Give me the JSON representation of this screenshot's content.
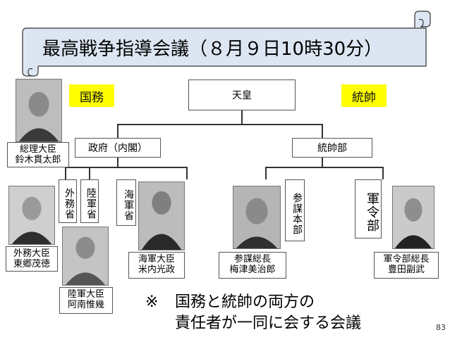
{
  "title": "最高戦争指導会議（８月９日10時30分）",
  "colors": {
    "banner_fill": "#dce6f2",
    "tag_fill": "#ffff00",
    "line": "#333333"
  },
  "tags": {
    "left": "国務",
    "right": "統帥"
  },
  "nodes": {
    "emperor": "天皇",
    "government": "政府（内閣）",
    "supreme_command": "統帥部",
    "foreign_ministry": "外務省",
    "army_ministry": "陸軍省",
    "navy_ministry": "海軍省",
    "army_general_staff": "参謀本部",
    "navy_general_staff": "軍令部"
  },
  "people": {
    "prime_minister": {
      "role": "総理大臣",
      "name": "鈴木貫太郎"
    },
    "foreign_minister": {
      "role": "外務大臣",
      "name": "東郷茂徳"
    },
    "army_minister": {
      "role": "陸軍大臣",
      "name": "阿南惟幾"
    },
    "navy_minister": {
      "role": "海軍大臣",
      "name": "米内光政"
    },
    "army_chief_of_staff": {
      "role": "参謀総長",
      "name": "梅津美治郎"
    },
    "navy_chief_of_staff": {
      "role": "軍令部総長",
      "name": "豊田副武"
    }
  },
  "note": {
    "mark": "※",
    "line1": "国務と統帥の両方の",
    "line2": "責任者が一同に会する会議"
  },
  "page_number": "83"
}
